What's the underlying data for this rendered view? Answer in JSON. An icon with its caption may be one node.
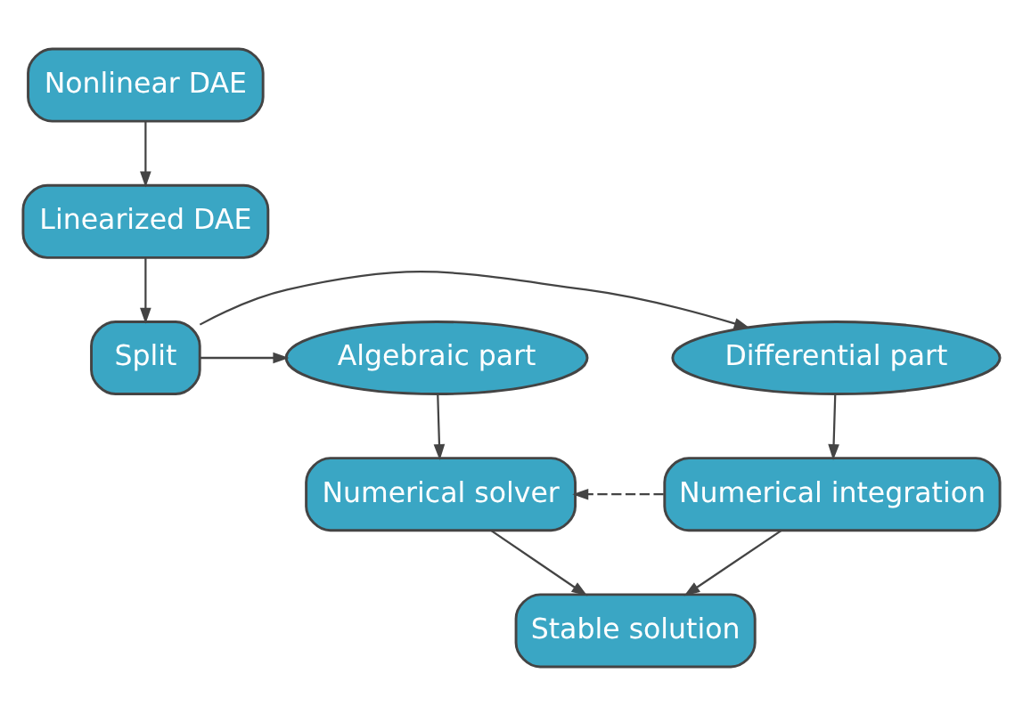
{
  "diagram": {
    "nodes": [
      {
        "text": [
          "Nonlinear DAE"
        ]
      },
      {
        "text": [
          "Linearized DAE"
        ]
      },
      {
        "text": [
          "Split"
        ]
      },
      {
        "text": [
          "Differential part"
        ]
      },
      {
        "text": [
          "Algebraic part"
        ]
      },
      {
        "text": [
          "Numerical integration"
        ]
      },
      {
        "text": [
          "Numerical solver"
        ]
      },
      {
        "text": [
          "Stable solution"
        ]
      }
    ],
    "edges": [
      {
        "from": 0,
        "to": 1,
        "arrow": "to"
      },
      {
        "from": 1,
        "to": 2,
        "arrow": "to"
      },
      {
        "from": 2,
        "to": 3,
        "arrow": "to"
      },
      {
        "from": 2,
        "to": 4,
        "arrow": "to"
      },
      {
        "from": 3,
        "to": 5,
        "arrow": "to"
      },
      {
        "from": 4,
        "to": 6,
        "arrow": "to"
      },
      {
        "from": 5,
        "to": 6,
        "arrow": "to",
        "style": "dashed"
      },
      {
        "from": 5,
        "to": 7,
        "arrow": "to"
      },
      {
        "from": 6,
        "to": 7,
        "arrow": "to"
      }
    ]
  }
}
